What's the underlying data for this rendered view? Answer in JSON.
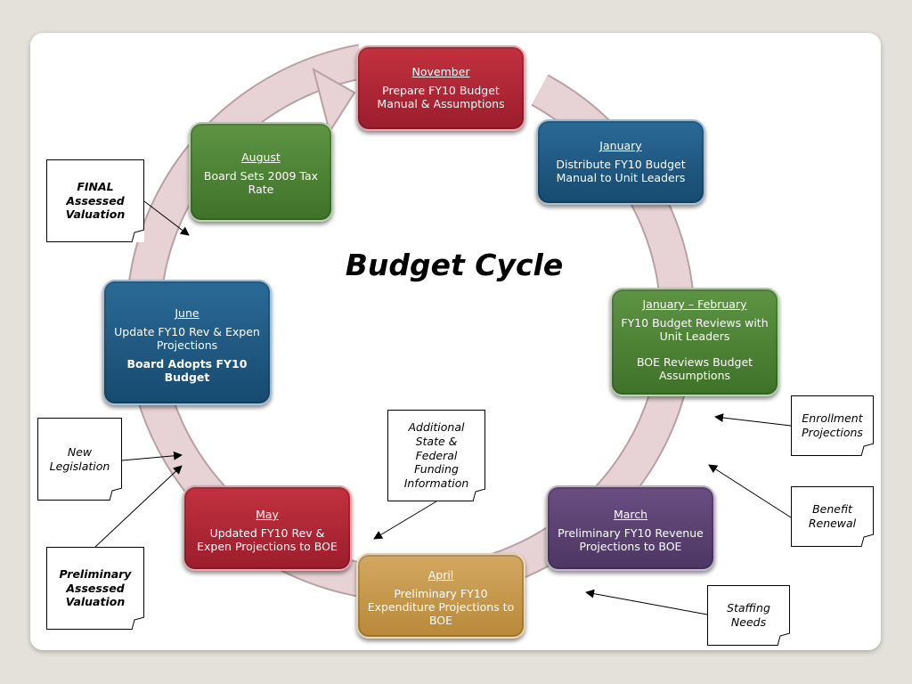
{
  "title": "Budget Cycle",
  "boxes": [
    {
      "month": "November",
      "lines": [
        "Prepare  FY10 Budget",
        "Manual & Assumptions"
      ]
    },
    {
      "month": "January",
      "lines": [
        "Distribute FY10 Budget",
        "Manual to Unit Leaders"
      ]
    },
    {
      "month": "January – February",
      "lines": [
        "FY10 Budget Reviews with",
        "Unit Leaders"
      ],
      "extra": [
        "BOE Reviews Budget",
        "Assumptions"
      ]
    },
    {
      "month": "March",
      "lines": [
        "Preliminary FY10 Revenue",
        "Projections to BOE"
      ]
    },
    {
      "month": "April",
      "lines": [
        "Preliminary FY10",
        "Expenditure Projections to",
        "BOE"
      ]
    },
    {
      "month": "May",
      "lines": [
        "Updated FY10 Rev &",
        "Expen Projections to BOE"
      ]
    },
    {
      "month": "June",
      "lines": [
        "Update FY10 Rev & Expen",
        "Projections"
      ],
      "bold": [
        "Board Adopts FY10",
        "Budget"
      ]
    },
    {
      "month": "August",
      "lines": [
        "Board Sets 2009 Tax",
        "Rate"
      ]
    }
  ],
  "notes": [
    {
      "lines": [
        "FINAL",
        "Assessed",
        "Valuation"
      ]
    },
    {
      "lines": [
        "New",
        "Legislation"
      ]
    },
    {
      "lines": [
        "Preliminary",
        "Assessed",
        "Valuation"
      ]
    },
    {
      "lines": [
        "Additional",
        "State &",
        "Federal",
        "Funding",
        "Information"
      ]
    },
    {
      "lines": [
        "Enrollment",
        "Projections"
      ]
    },
    {
      "lines": [
        "Benefit",
        "Renewal"
      ]
    },
    {
      "lines": [
        "Staffing",
        "Needs"
      ]
    }
  ],
  "colors": {
    "ring": "#e7d3d5",
    "ring_stroke": "#b9a0a4",
    "red": "#b02636",
    "blue": "#1f5b85",
    "green": "#4f8637",
    "purple": "#5b426f",
    "gold": "#c99a4f"
  }
}
